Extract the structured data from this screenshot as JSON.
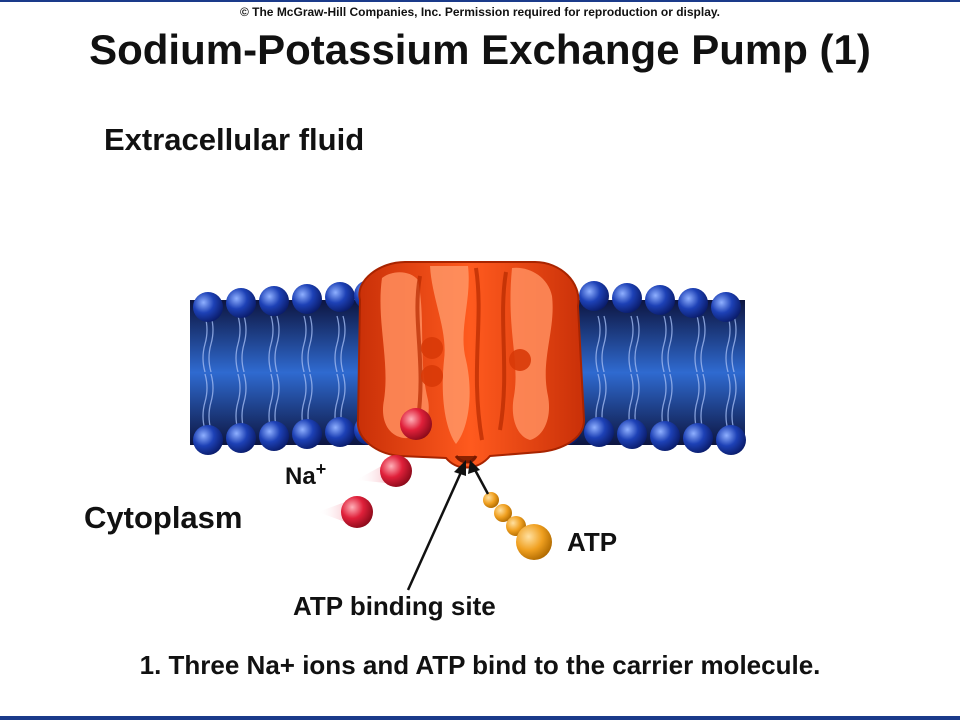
{
  "copyright": "© The McGraw-Hill Companies, Inc. Permission required for reproduction or display.",
  "title": "Sodium-Potassium Exchange Pump (1)",
  "labels": {
    "extracellular": "Extracellular fluid",
    "cytoplasm": "Cytoplasm",
    "sodium": "Na+",
    "atp": "ATP",
    "binding_site": "ATP binding site"
  },
  "caption": "1. Three Na+ ions and  ATP bind to the carrier molecule.",
  "colors": {
    "membrane_dark": "#10194a",
    "membrane_light": "#2c63c8",
    "head_blue": "#1d41b6",
    "protein_orange": "#ee4a12",
    "protein_light": "#ff8e5e",
    "sodium_red": "#e0203a",
    "atp_orange": "#f0a020",
    "rule_blue": "#1a3a8a"
  }
}
